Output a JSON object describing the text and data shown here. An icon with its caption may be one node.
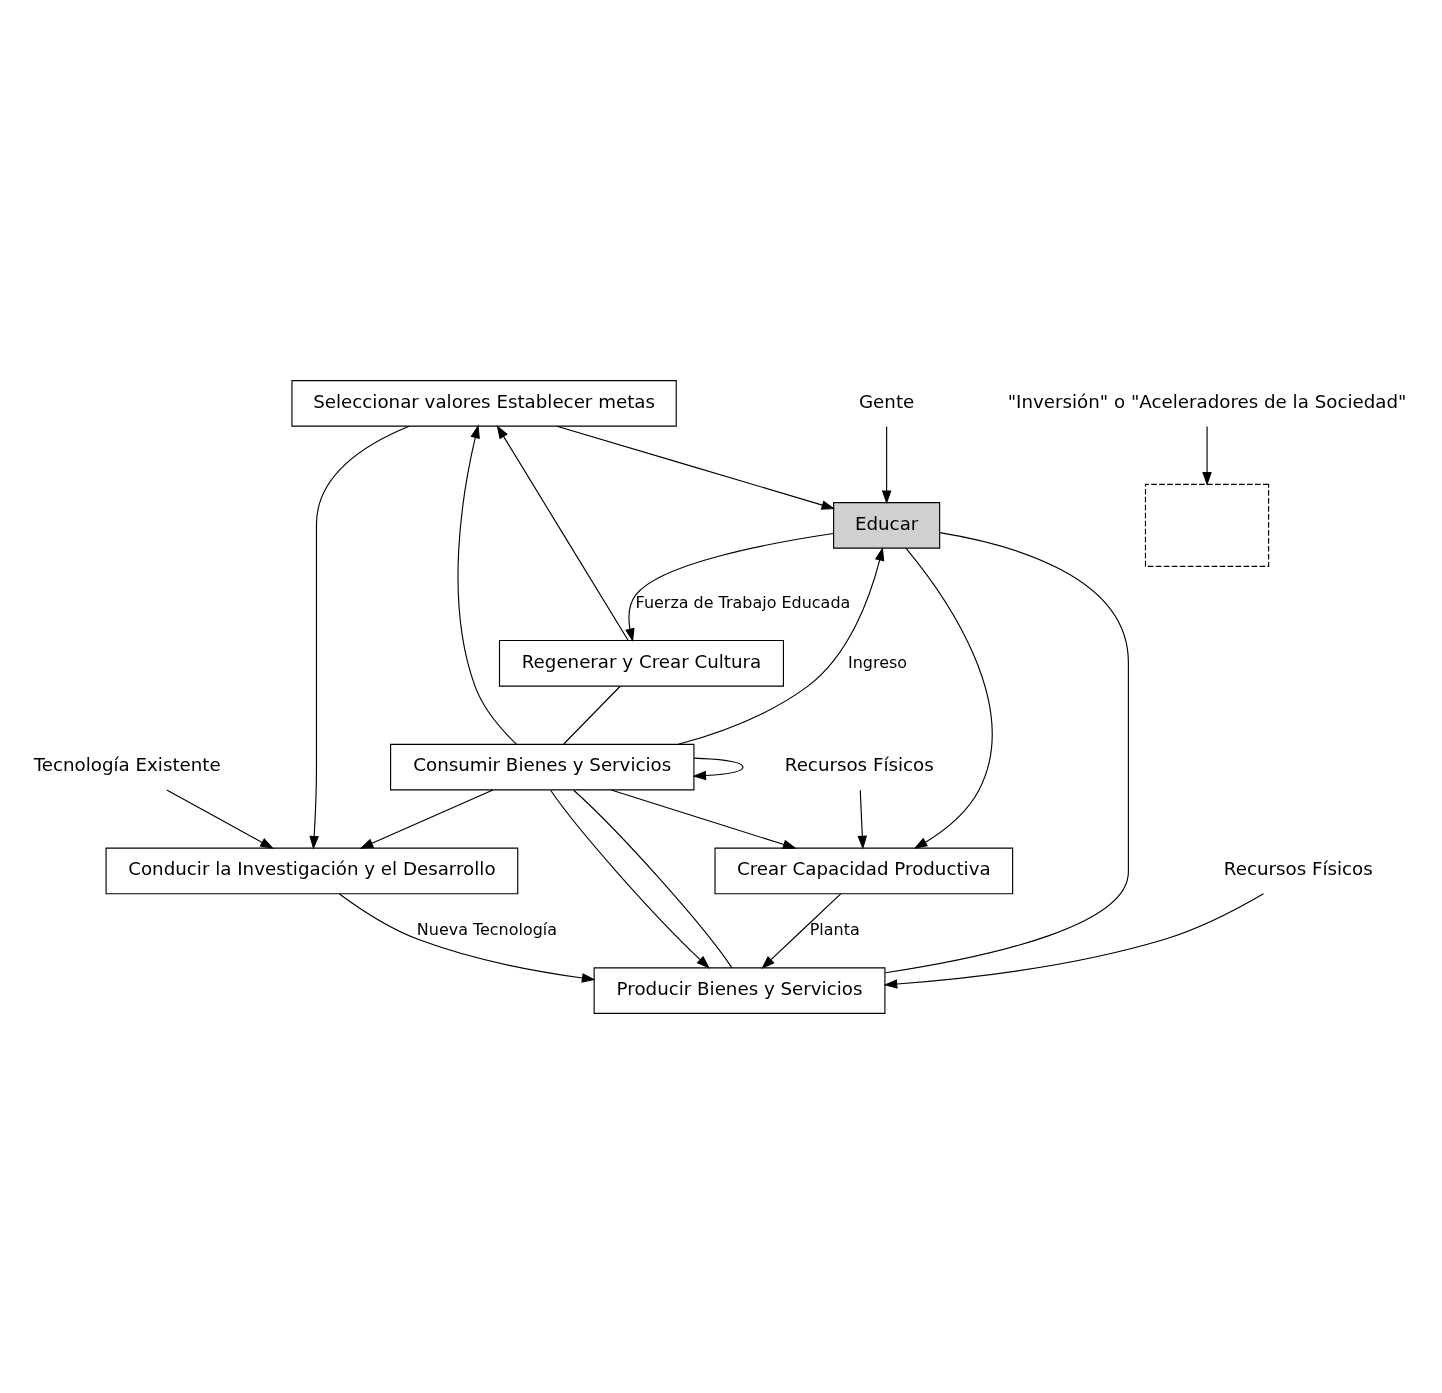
{
  "diagram": {
    "nodes": [
      {
        "text": [
          "Seleccionar valores Establecer metas"
        ]
      },
      {
        "text": [
          "Gente"
        ]
      },
      {
        "text": [
          "Educar"
        ]
      },
      {
        "text": [
          "Regenerar y Crear Cultura"
        ]
      },
      {
        "text": [
          "Tecnología Existente"
        ]
      },
      {
        "text": [
          "Conducir la Investigación y el Desarrollo"
        ]
      },
      {
        "text": [],
        "shape": "box"
      },
      {
        "text": [
          "\"Inversión\" o \"Aceleradores de la Sociedad\""
        ]
      },
      {
        "text": [
          "Recursos Físicos"
        ]
      },
      {
        "text": [
          "Crear Capacidad Productiva"
        ]
      },
      {
        "text": [
          "Recursos Físicos"
        ]
      },
      {
        "text": [
          "Producir Bienes y Servicios"
        ]
      },
      {
        "text": [
          "Consumir Bienes y Servicios"
        ]
      }
    ],
    "edges": [
      {
        "from": 1,
        "to": 2,
        "arrow": "to"
      },
      {
        "from": 0,
        "to": 2,
        "arrow": "to"
      },
      {
        "from": 0,
        "to": 5,
        "arrow": "to"
      },
      {
        "from": 2,
        "to": 3,
        "arrow": "to",
        "label": "Fuerza de Trabajo Educada"
      },
      {
        "from": 2,
        "to": 9,
        "arrow": "to"
      },
      {
        "from": 2,
        "to": 11,
        "arrow": "none"
      },
      {
        "from": 4,
        "to": 5,
        "arrow": "to"
      },
      {
        "from": 5,
        "to": 11,
        "arrow": "to",
        "label": "Nueva Tecnología"
      },
      {
        "from": 7,
        "to": 6,
        "arrow": "to"
      },
      {
        "from": 8,
        "to": 9,
        "arrow": "to"
      },
      {
        "from": 9,
        "to": 11,
        "arrow": "to",
        "label": "Planta"
      },
      {
        "from": 10,
        "to": 11,
        "arrow": "to"
      },
      {
        "from": 11,
        "to": 12,
        "arrow": "none"
      },
      {
        "from": 3,
        "to": 0,
        "arrow": "to"
      },
      {
        "from": 3,
        "to": 12,
        "arrow": "none"
      },
      {
        "from": 12,
        "to": 0,
        "arrow": "to"
      },
      {
        "from": 12,
        "to": 2,
        "arrow": "to",
        "label": "Ingreso"
      },
      {
        "from": 12,
        "to": 5,
        "arrow": "to"
      },
      {
        "from": 12,
        "to": 9,
        "arrow": "to"
      },
      {
        "from": 12,
        "to": 11,
        "arrow": "to"
      },
      {
        "from": 12,
        "to": 12,
        "arrow": "to"
      }
    ]
  }
}
